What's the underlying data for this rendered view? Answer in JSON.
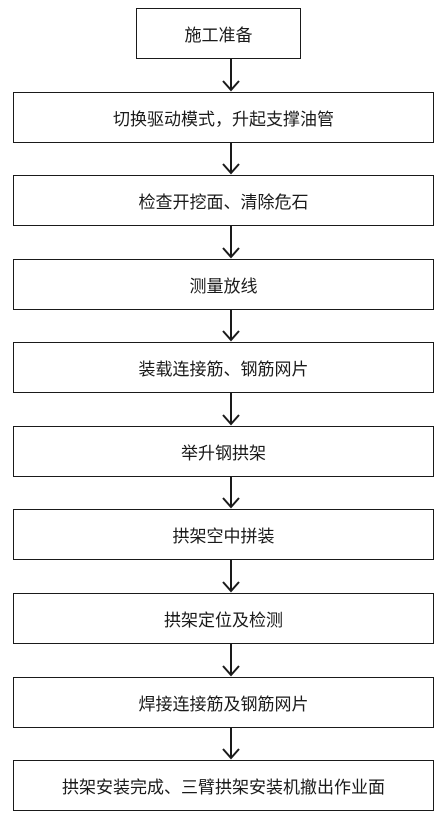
{
  "flowchart": {
    "steps": [
      {
        "label": "施工准备"
      },
      {
        "label": "切换驱动模式，升起支撑油管"
      },
      {
        "label": "检查开挖面、清除危石"
      },
      {
        "label": "测量放线"
      },
      {
        "label": "装载连接筋、钢筋网片"
      },
      {
        "label": "举升钢拱架"
      },
      {
        "label": "拱架空中拼装"
      },
      {
        "label": "拱架定位及检测"
      },
      {
        "label": "焊接连接筋及钢筋网片"
      },
      {
        "label": "拱架安装完成、三臂拱架安装机撤出作业面"
      }
    ],
    "colors": {
      "stroke": "#1a1a1a",
      "background": "#ffffff"
    }
  }
}
